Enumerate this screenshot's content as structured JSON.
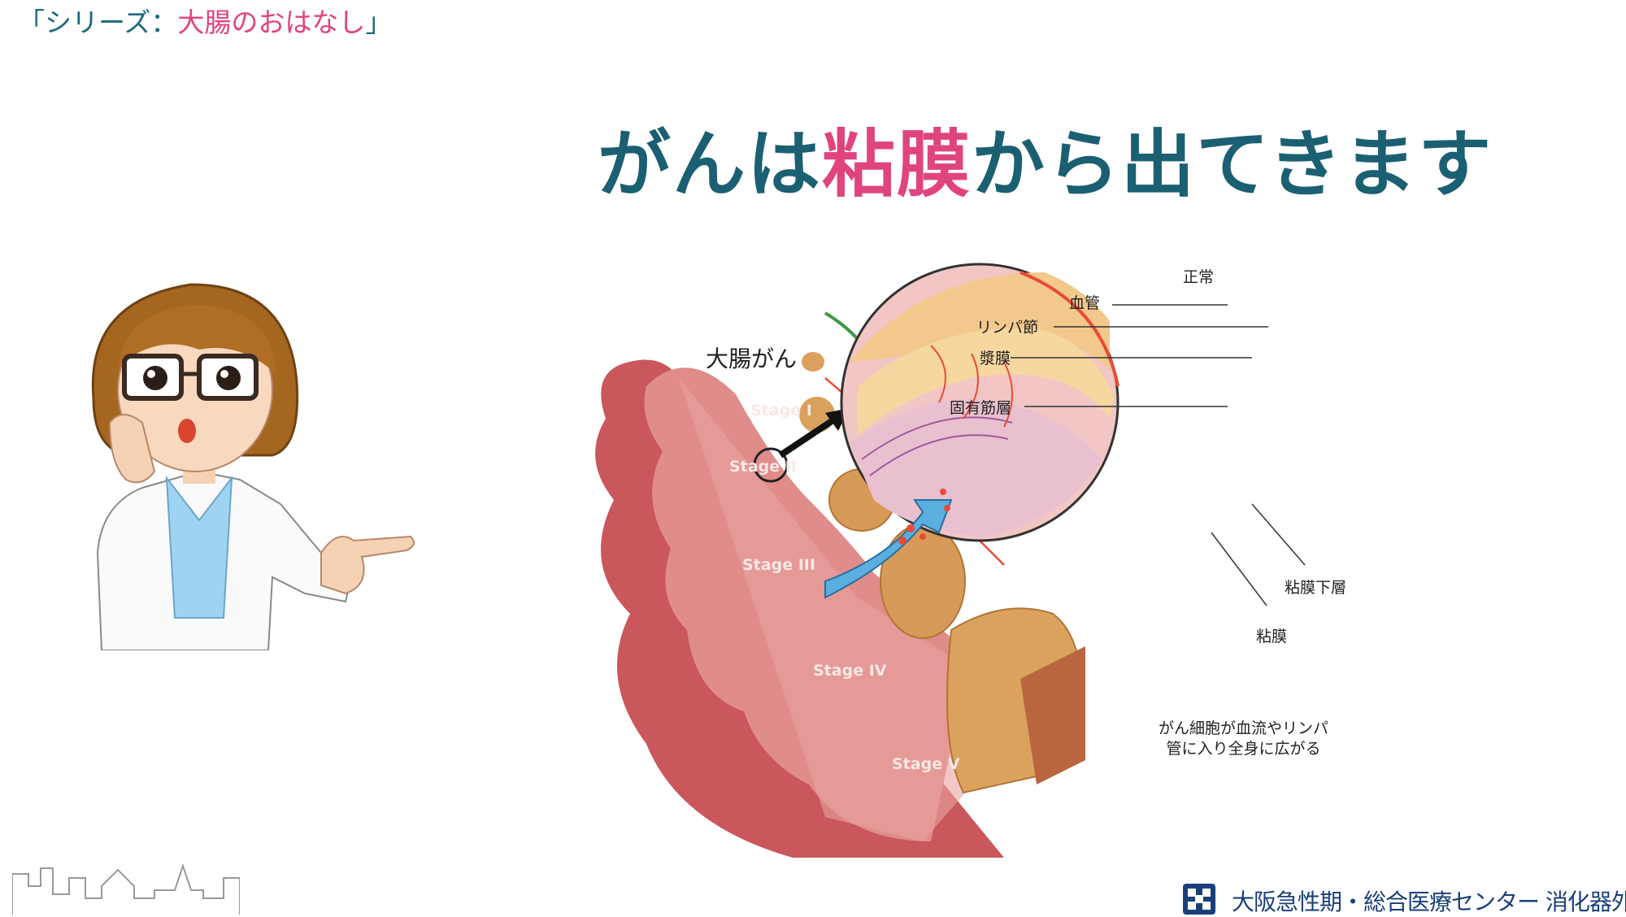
{
  "header": {
    "pre": "「シリーズ：",
    "highlight": "大腸のおはなし",
    "post": "」"
  },
  "title": {
    "part1": "がんは",
    "part2": "粘膜",
    "part3": "から出てきます"
  },
  "diagram": {
    "title": "大腸がん",
    "stages": [
      "Stage I",
      "Stage II",
      "Stage III",
      "Stage IV",
      "Stage V"
    ],
    "layers": {
      "normal": "正常",
      "blood_vessel": "血管",
      "lymph_node": "リンパ節",
      "serosa": "漿膜",
      "muscularis": "固有筋層",
      "submucosa": "粘膜下層",
      "mucosa": "粘膜"
    },
    "spread_line1": "がん細胞が血流やリンパ",
    "spread_line2": "管に入り全身に広がる"
  },
  "footer": {
    "hospital": "大阪急性期・総合医療センター 消化器外科"
  },
  "colors": {
    "teal": "#1b5f72",
    "pink": "#e0447f",
    "navy": "#1a3f7a"
  }
}
